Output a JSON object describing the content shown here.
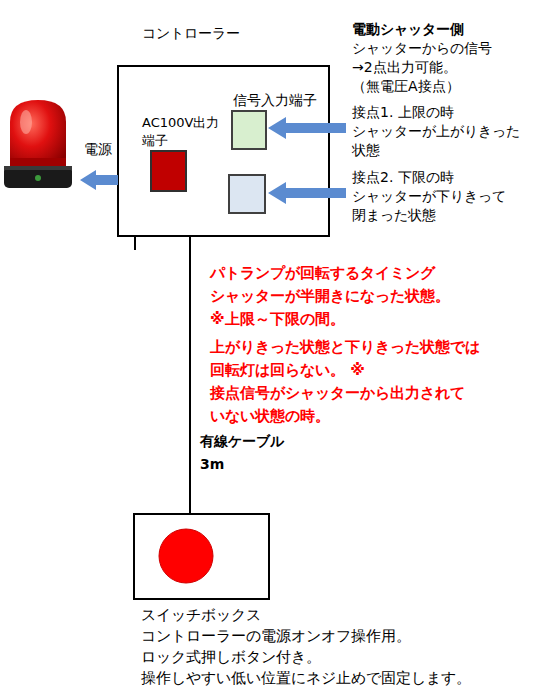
{
  "diagram": {
    "nodes": [
      {
        "text": [
          "コントローラー"
        ]
      },
      {
        "text": [
          "AC100V出力 端子"
        ],
        "in": 0
      },
      {
        "text": [
          "信号入力端子"
        ],
        "in": 0
      },
      {
        "text": [
          "スイッチボックス コントローラーの電源オンオフ操作用。 ロック式押しボタン付き。 操作しやすい低い位置にネジ止めで固定します。"
        ]
      }
    ],
    "edges": [
      {
        "from": 0,
        "to": 3,
        "arrow": "none",
        "label": "有線ケーブル 3m"
      }
    ],
    "labels": [
      "電源",
      "電動シャッター側",
      "シャッターからの信号 →2点出力可能。 （無電圧A接点）",
      "接点1. 上限の時 シャッターが上がりきった 状態",
      "接点2. 下限の時 シャッターが下りきって 閉まった状態",
      "パトランプが回転するタイミング シャッターが半開きになった状態。 ※上限～下限の間。",
      "上がりきった状態と下りきった状態では 回転灯は回らない。 ※接点信号がシャッターから出力されて いない状態の時。"
    ]
  }
}
